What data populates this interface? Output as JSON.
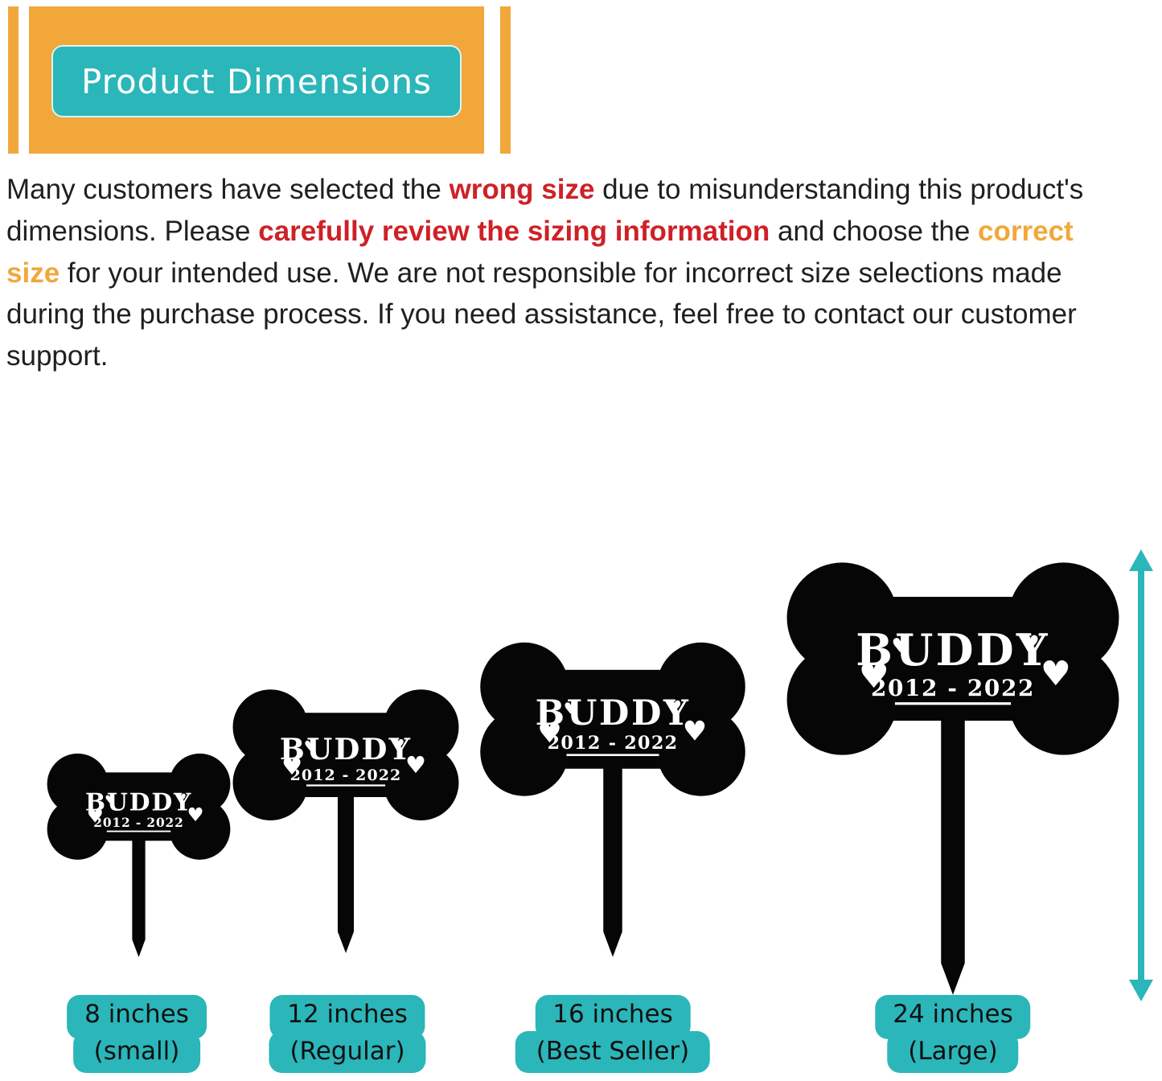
{
  "header": {
    "title": "Product Dimensions"
  },
  "intro": {
    "seg1": "Many customers have selected the ",
    "seg2": "wrong size",
    "seg3": " due to misunderstanding this product's dimensions. Please ",
    "seg4": "carefully review the sizing information",
    "seg5": " and choose the ",
    "seg6": "correct size",
    "seg7": " for your intended use. We are not responsible for incorrect size selections made during the purchase process. If you need assistance, feel free to contact our customer support."
  },
  "markers": [
    {
      "pet_name": "BUDDY",
      "years": "2012 - 2022",
      "size": "8 inches",
      "variant": "(small)"
    },
    {
      "pet_name": "BUDDY",
      "years": "2012 - 2022",
      "size": "12 inches",
      "variant": "(Regular)"
    },
    {
      "pet_name": "BUDDY",
      "years": "2012 - 2022",
      "size": "16 inches",
      "variant": "(Best Seller)"
    },
    {
      "pet_name": "BUDDY",
      "years": "2012 - 2022",
      "size": "24 inches",
      "variant": "(Large)"
    }
  ],
  "icons": {
    "hearts": "heart-icon",
    "measure_arrow": "vertical-measure-arrow-icon"
  },
  "colors": {
    "teal": "#2BB6BA",
    "orange": "#F2A73B",
    "red": "#CE2127",
    "text": "#1f1f1f",
    "black": "#060606"
  }
}
